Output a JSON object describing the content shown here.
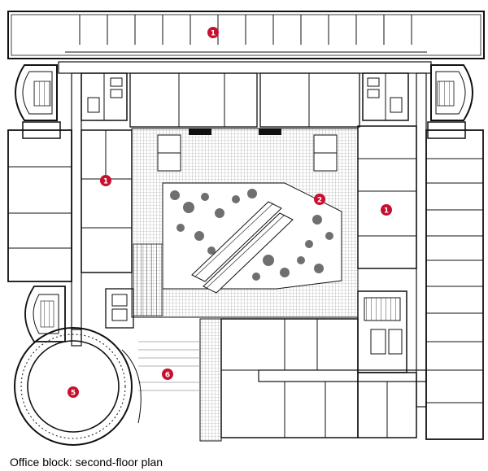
{
  "caption": "Office block: second-floor plan",
  "markers": [
    {
      "id": "m1-top",
      "label": "1"
    },
    {
      "id": "m1-left",
      "label": "1"
    },
    {
      "id": "m1-right",
      "label": "1"
    },
    {
      "id": "m2",
      "label": "2"
    },
    {
      "id": "m5",
      "label": "5"
    },
    {
      "id": "m6",
      "label": "6"
    }
  ],
  "colors": {
    "marker": "#c8102e",
    "line": "#111111",
    "hatch": "#9a9a9a",
    "plant": "#6f6f6f"
  }
}
